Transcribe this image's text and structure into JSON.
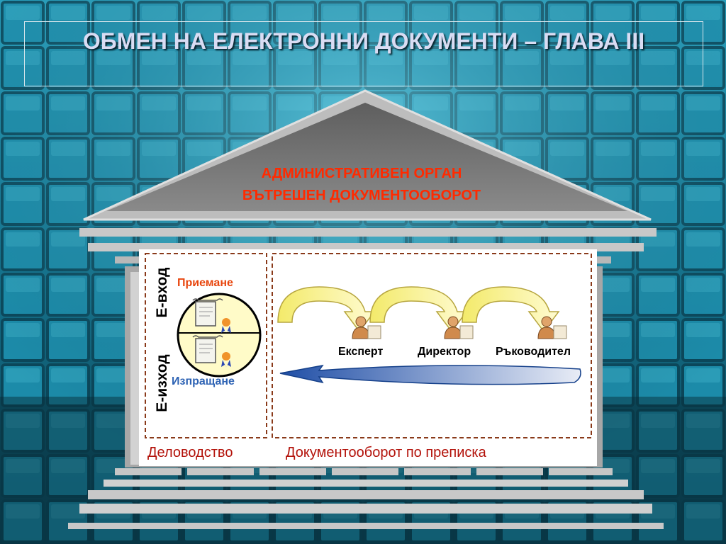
{
  "title": "ОБМЕН НА ЕЛЕКТРОННИ ДОКУМЕНТИ – ГЛАВА III",
  "roof": {
    "line1": "АДМИНИСТРАТИВЕН ОРГАН",
    "line2": "ВЪТРЕШЕН ДОКУМЕНТООБОРОТ"
  },
  "left_panel": {
    "receive_label": "Приемане",
    "send_label": "Изпращане",
    "e_input_label": "Е-вход",
    "e_output_label": "Е-изход"
  },
  "workflow": {
    "roles": [
      "Експерт",
      "Директор",
      "Ръководител"
    ]
  },
  "footer": {
    "left_label": "Деловодство",
    "right_label": "Документооборот по преписка"
  },
  "colors": {
    "title_text": "#d9dcf3",
    "roof_text": "#ff2a00",
    "receive_text": "#e8460e",
    "send_text": "#2e63b4",
    "footer_text": "#b3120a",
    "panel_bg": "#ffffff",
    "circle_fill": "#fffbc8",
    "arrow_fill": "#fff49a",
    "return_arrow": "#1f4ea6",
    "dashed_border": "#8a3a1a"
  }
}
